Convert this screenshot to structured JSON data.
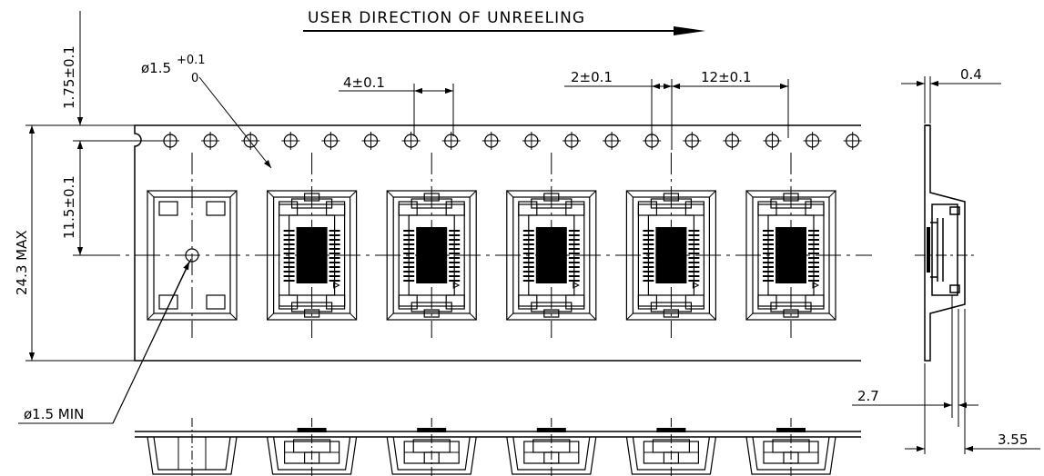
{
  "title": "USER DIRECTION OF UNREELING",
  "dimensions": {
    "sprocket_hole_dia": "ø1.5",
    "sprocket_hole_tol_upper": "+0.1",
    "sprocket_hole_tol_lower": "0",
    "hole_pitch": "4±0.1",
    "hole_to_pocket": "2±0.1",
    "pocket_pitch": "12±0.1",
    "edge_to_hole": "1.75±0.1",
    "hole_to_center": "11.5±0.1",
    "tape_width": "24.3 MAX",
    "pocket_hole_dia": "ø1.5 MIN",
    "tape_thickness": "0.4",
    "pocket_depth": "2.7",
    "overall_depth": "3.55"
  },
  "pocket_count": 6,
  "sprocket_hole_count": 18,
  "colors": {
    "line": "#000000",
    "background": "#ffffff"
  }
}
